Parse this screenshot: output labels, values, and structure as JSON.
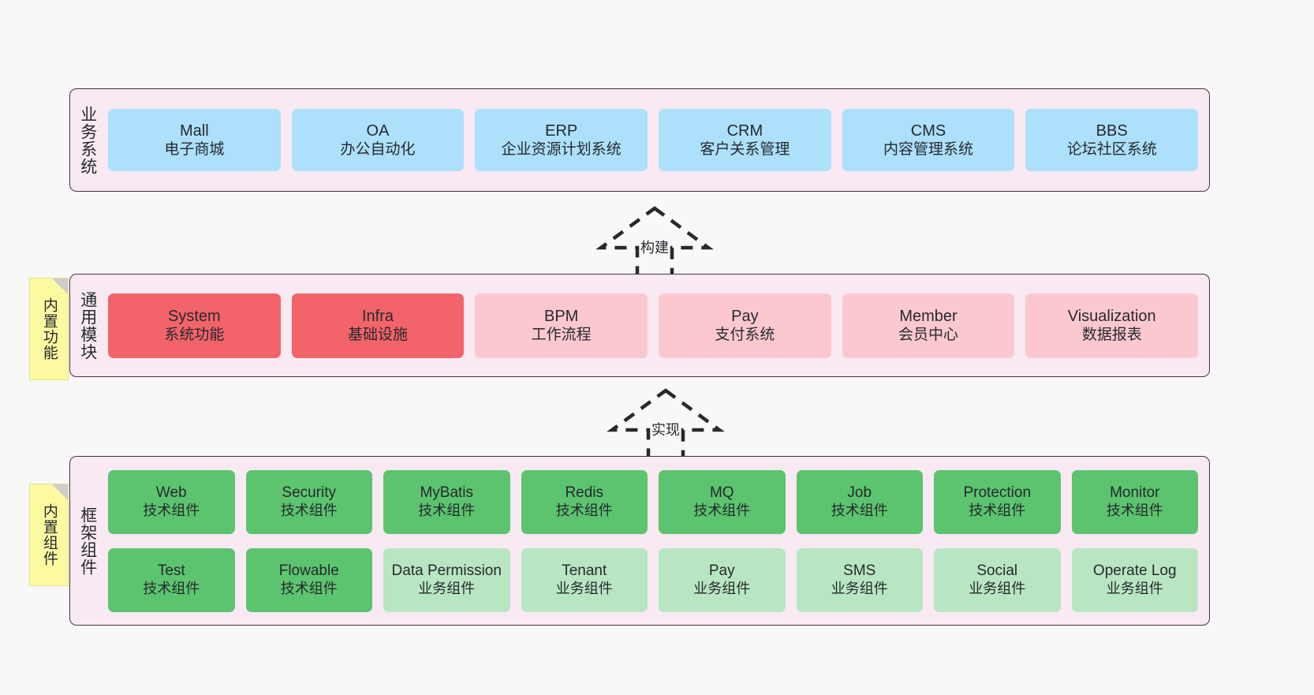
{
  "diagram": {
    "title": "",
    "colors": {
      "canvas_bg": "#f8f8f8",
      "layer_bg": "#f8e9f3",
      "layer_border": "#4a3340",
      "business_node": "#ace0fb",
      "module_node_strong": "#f2646a",
      "module_node": "#fcc8d0",
      "framework_node_strong": "#5cc46f",
      "framework_node": "#b8e6c2",
      "note_bg": "#fcfaa0",
      "note_fold": "#cdcdcd",
      "text": "#26292e"
    }
  },
  "business_layer": {
    "title": "业务系统",
    "nodes": [
      {
        "name": "Mall",
        "desc": "电子商城"
      },
      {
        "name": "OA",
        "desc": "办公自动化"
      },
      {
        "name": "ERP",
        "desc": "企业资源计划系统"
      },
      {
        "name": "CRM",
        "desc": "客户关系管理"
      },
      {
        "name": "CMS",
        "desc": "内容管理系统"
      },
      {
        "name": "BBS",
        "desc": "论坛社区系统"
      }
    ]
  },
  "arrow_build": {
    "label": "构建",
    "direction": "up",
    "style": "dashed-hollow-triangle"
  },
  "module_layer": {
    "title": "通用模块",
    "note": "内置功能",
    "nodes": [
      {
        "name": "System",
        "desc": "系统功能",
        "emphasis": true
      },
      {
        "name": "Infra",
        "desc": "基础设施",
        "emphasis": true
      },
      {
        "name": "BPM",
        "desc": "工作流程",
        "emphasis": false
      },
      {
        "name": "Pay",
        "desc": "支付系统",
        "emphasis": false
      },
      {
        "name": "Member",
        "desc": "会员中心",
        "emphasis": false
      },
      {
        "name": "Visualization",
        "desc": "数据报表",
        "emphasis": false
      }
    ]
  },
  "arrow_implement": {
    "label": "实现",
    "direction": "up",
    "style": "dashed-hollow-triangle"
  },
  "framework_layer": {
    "title": "框架组件",
    "note": "内置组件",
    "row1": [
      {
        "name": "Web",
        "desc": "技术组件",
        "emphasis": true
      },
      {
        "name": "Security",
        "desc": "技术组件",
        "emphasis": true
      },
      {
        "name": "MyBatis",
        "desc": "技术组件",
        "emphasis": true
      },
      {
        "name": "Redis",
        "desc": "技术组件",
        "emphasis": true
      },
      {
        "name": "MQ",
        "desc": "技术组件",
        "emphasis": true
      },
      {
        "name": "Job",
        "desc": "技术组件",
        "emphasis": true
      },
      {
        "name": "Protection",
        "desc": "技术组件",
        "emphasis": true
      },
      {
        "name": "Monitor",
        "desc": "技术组件",
        "emphasis": true
      }
    ],
    "row2": [
      {
        "name": "Test",
        "desc": "技术组件",
        "emphasis": true
      },
      {
        "name": "Flowable",
        "desc": "技术组件",
        "emphasis": true
      },
      {
        "name": "Data Permission",
        "desc": "业务组件",
        "emphasis": false
      },
      {
        "name": "Tenant",
        "desc": "业务组件",
        "emphasis": false
      },
      {
        "name": "Pay",
        "desc": "业务组件",
        "emphasis": false
      },
      {
        "name": "SMS",
        "desc": "业务组件",
        "emphasis": false
      },
      {
        "name": "Social",
        "desc": "业务组件",
        "emphasis": false
      },
      {
        "name": "Operate Log",
        "desc": "业务组件",
        "emphasis": false
      }
    ]
  }
}
